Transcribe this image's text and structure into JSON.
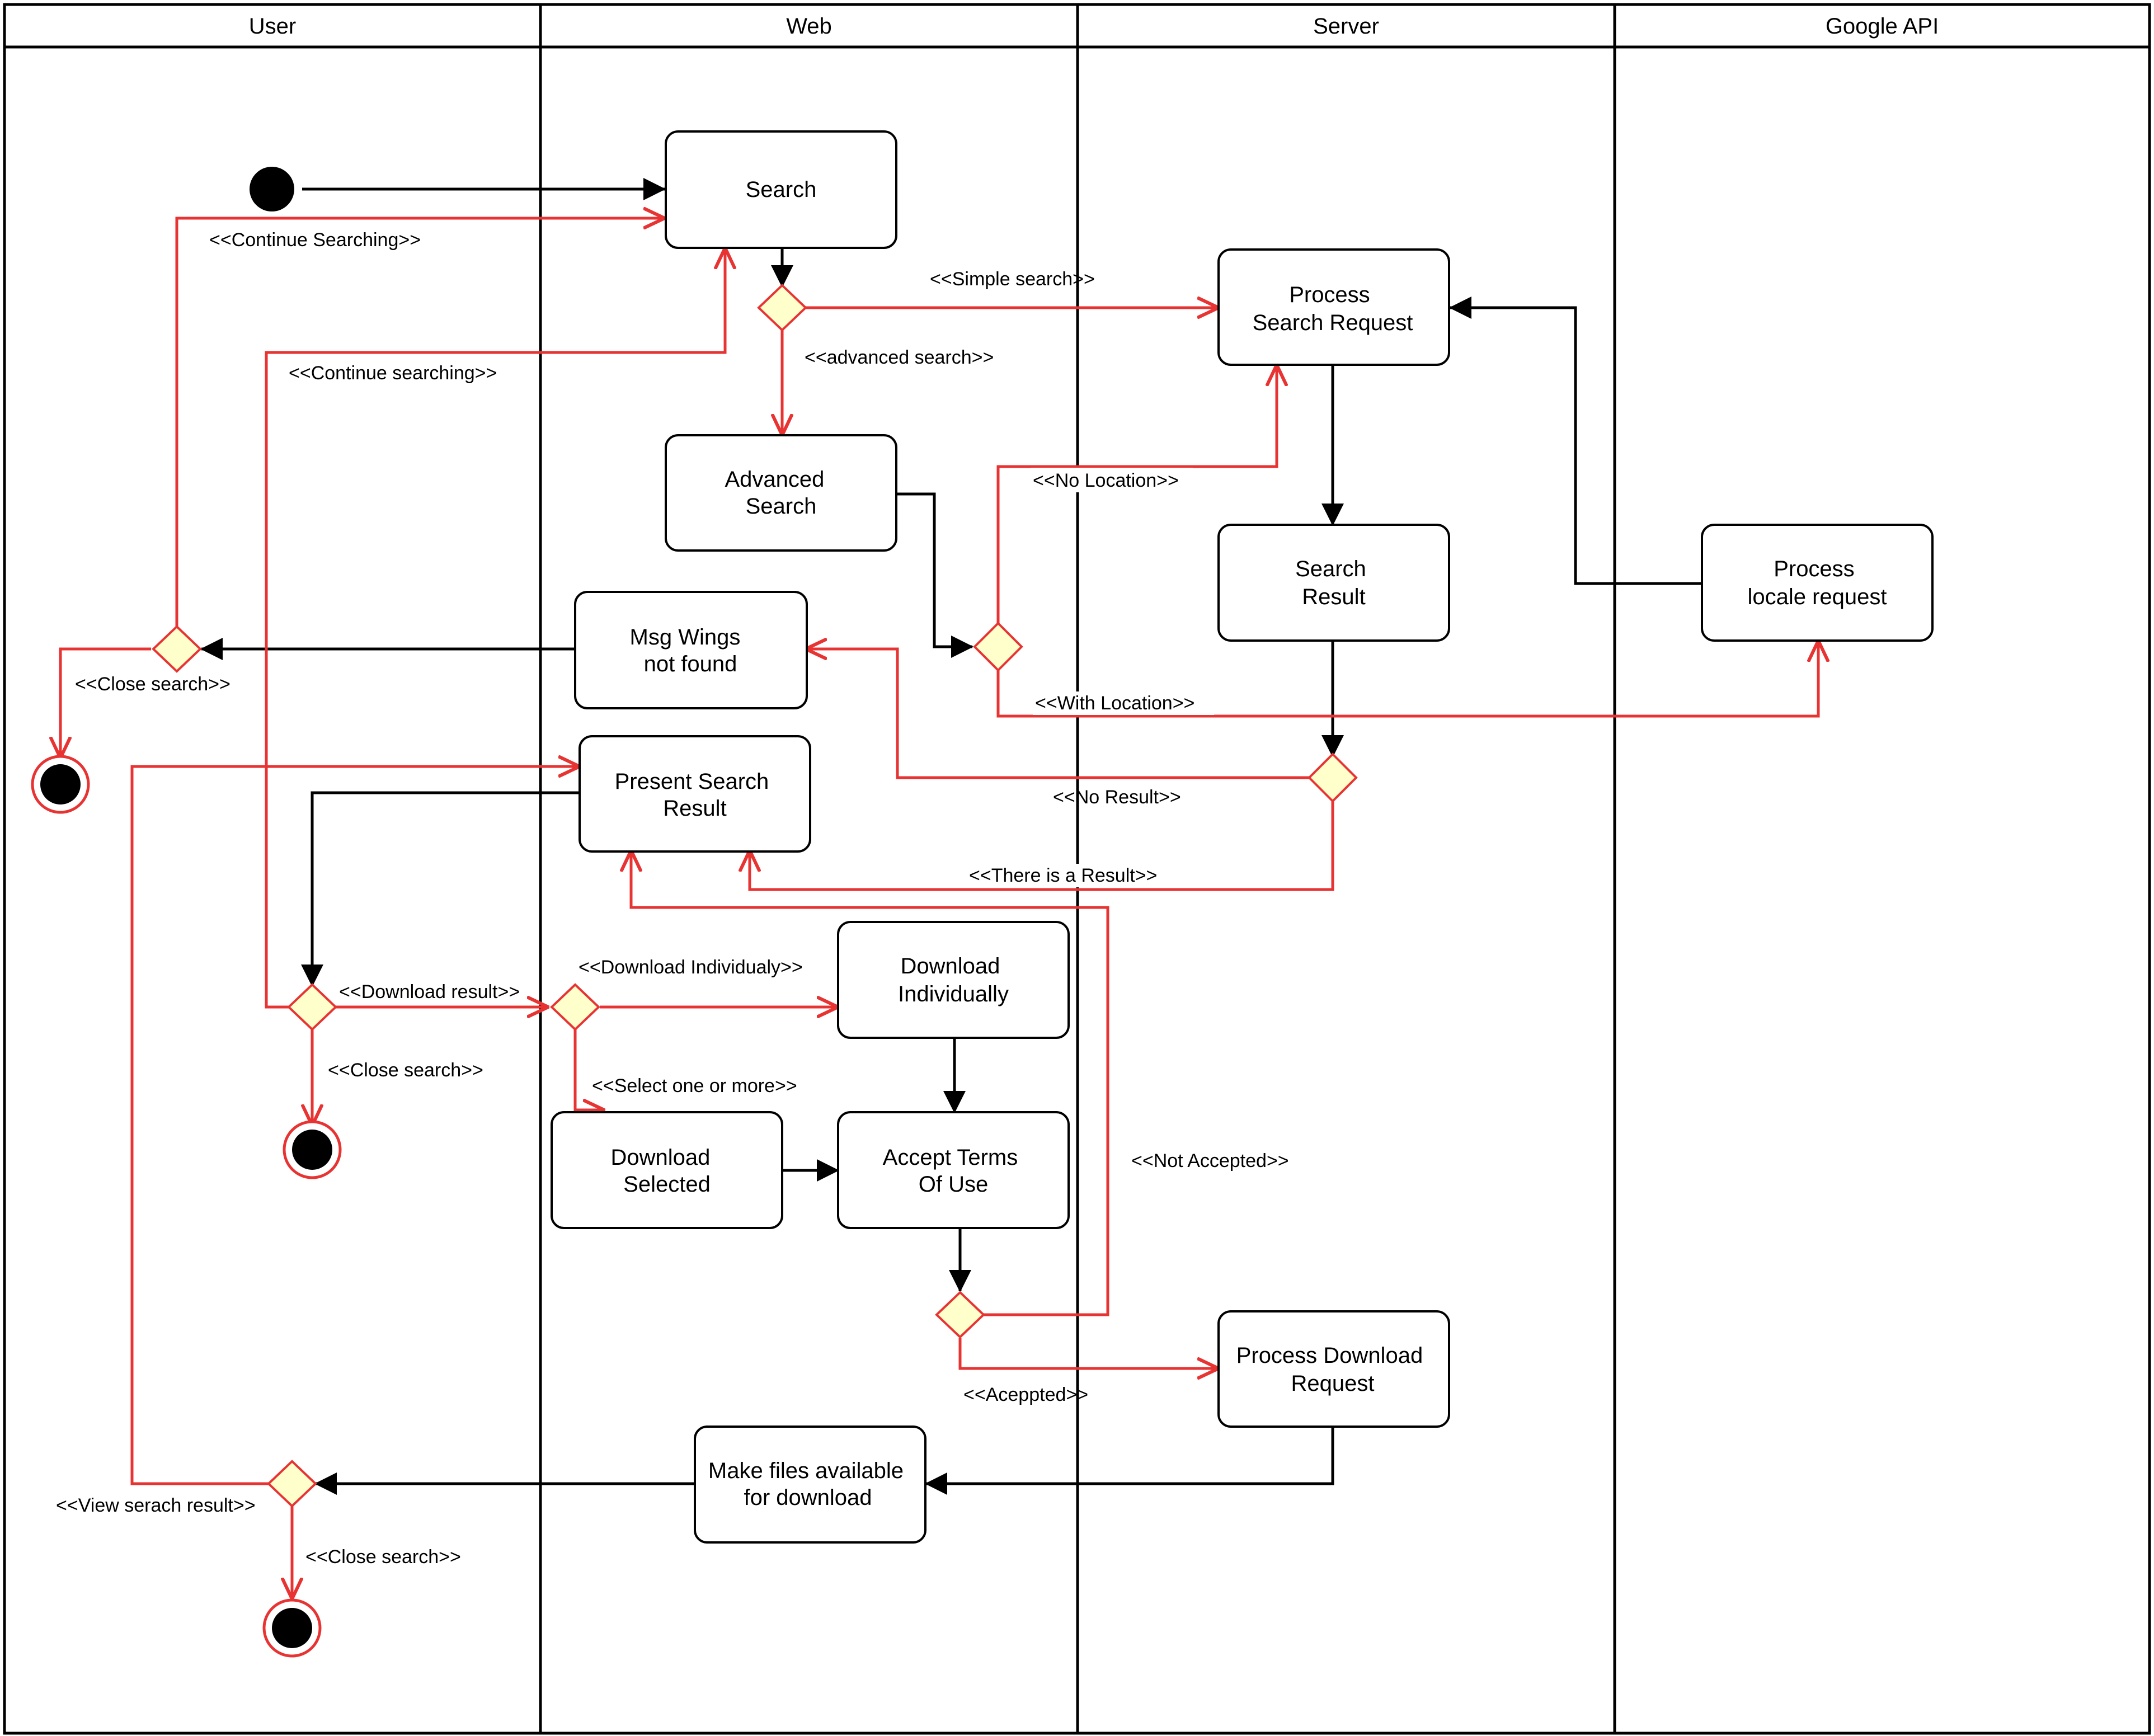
{
  "lanes": [
    {
      "id": "user",
      "title": "User"
    },
    {
      "id": "web",
      "title": "Web"
    },
    {
      "id": "server",
      "title": "Server"
    },
    {
      "id": "google",
      "title": "Google API"
    }
  ],
  "activities": [
    {
      "id": "search",
      "lines": [
        "Search"
      ]
    },
    {
      "id": "process_search",
      "lines": [
        "Process",
        "Search Request"
      ]
    },
    {
      "id": "advanced",
      "lines": [
        "Advanced",
        "Search"
      ]
    },
    {
      "id": "search_result",
      "lines": [
        "Search",
        "Result"
      ]
    },
    {
      "id": "process_locale",
      "lines": [
        "Process",
        "locale request"
      ]
    },
    {
      "id": "msg_wings",
      "lines": [
        "Msg Wings",
        "not found"
      ]
    },
    {
      "id": "present",
      "lines": [
        "Present Search",
        "Result"
      ]
    },
    {
      "id": "download_ind",
      "lines": [
        "Download",
        "Individually"
      ]
    },
    {
      "id": "download_sel",
      "lines": [
        "Download",
        "Selected"
      ]
    },
    {
      "id": "accept_terms",
      "lines": [
        "Accept Terms",
        "Of Use"
      ]
    },
    {
      "id": "process_download",
      "lines": [
        "Process Download",
        "Request"
      ]
    },
    {
      "id": "make_files",
      "lines": [
        "Make files available",
        "for download"
      ]
    }
  ],
  "edge_labels": {
    "continue_searching_1": "<<Continue Searching>>",
    "simple_search": "<<Simple search>>",
    "advanced_search": "<<advanced search>>",
    "continue_searching_2": "<<Continue searching>>",
    "no_location": "<<No Location>>",
    "close_search_1": "<<Close search>>",
    "with_location": "<<With Location>>",
    "no_result": "<<No Result>>",
    "there_is_result": "<<There is a Result>>",
    "download_individualy": "<<Download Individualy>>",
    "download_result": "<<Download result>>",
    "close_search_2": "<<Close search>>",
    "select_one_or_more": "<<Select one or more>>",
    "not_accepted": "<<Not  Accepted>>",
    "acceppted": "<<Aceppted>>",
    "view_serach_result": "<<View serach result>>",
    "close_search_3": "<<Close search>>"
  },
  "colors": {
    "flow_black": "#000000",
    "flow_red": "#e83333",
    "decision_fill": "#ffffcc"
  }
}
